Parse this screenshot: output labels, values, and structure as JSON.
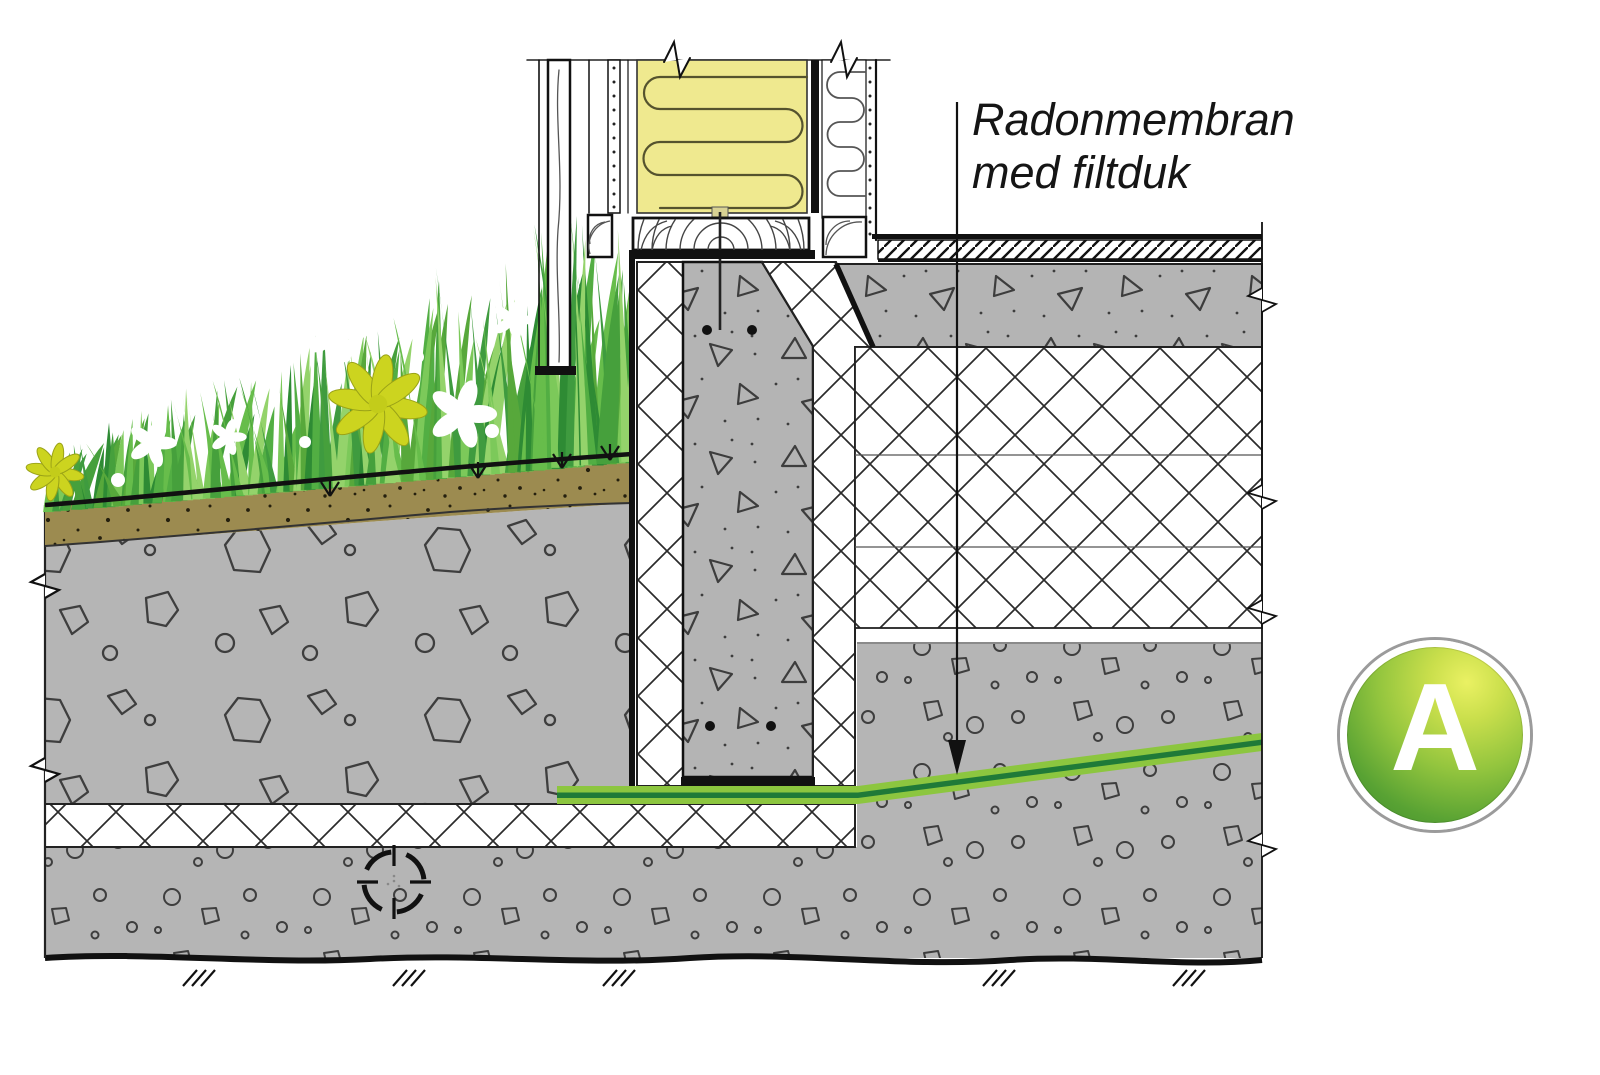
{
  "figure": {
    "annotation": {
      "line1": "Radonmembran",
      "line2": "med filtduk"
    },
    "badge": {
      "letter": "A"
    },
    "colors": {
      "membrane_light": "#8CC63F",
      "membrane_dark": "#1F7A38",
      "insulation_yellow": "#EFE98F",
      "soil_brown": "#9C8B50",
      "ground_gray": "#B5B5B5",
      "concrete_gray": "#B4B4B4",
      "grass_green": "#52AE43",
      "badge_green_light": "#DCE94F",
      "badge_green_dark": "#3E8E2F",
      "line_black": "#111111"
    }
  }
}
